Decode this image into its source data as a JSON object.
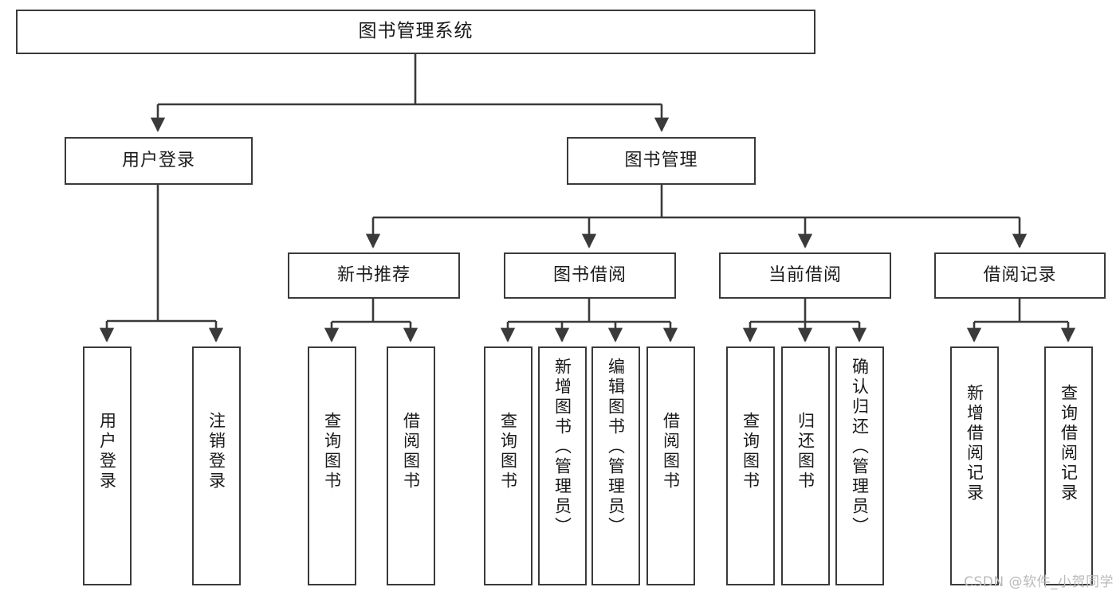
{
  "diagram": {
    "title": "图书管理系统",
    "type": "hierarchy-tree",
    "root": {
      "label": "图书管理系统"
    },
    "level2": [
      {
        "id": "user-login",
        "label": "用户登录"
      },
      {
        "id": "book-manage",
        "label": "图书管理"
      }
    ],
    "level3": [
      {
        "id": "new-book-recommend",
        "label": "新书推荐"
      },
      {
        "id": "book-borrow",
        "label": "图书借阅"
      },
      {
        "id": "current-borrow",
        "label": "当前借阅"
      },
      {
        "id": "borrow-record",
        "label": "借阅记录"
      }
    ],
    "leaves": [
      {
        "id": "leaf-user-login",
        "label": "用户登录",
        "parent": "user-login"
      },
      {
        "id": "leaf-logout-login",
        "label": "注销登录",
        "parent": "user-login"
      },
      {
        "id": "leaf-query-book-1",
        "label": "查询图书",
        "parent": "new-book-recommend"
      },
      {
        "id": "leaf-borrow-book-1",
        "label": "借阅图书",
        "parent": "new-book-recommend"
      },
      {
        "id": "leaf-query-book-2",
        "label": "查询图书",
        "parent": "book-borrow"
      },
      {
        "id": "leaf-add-book",
        "label": "新增图书（管理员）",
        "parent": "book-borrow"
      },
      {
        "id": "leaf-edit-book",
        "label": "编辑图书（管理员）",
        "parent": "book-borrow"
      },
      {
        "id": "leaf-borrow-book-2",
        "label": "借阅图书",
        "parent": "book-borrow"
      },
      {
        "id": "leaf-query-book-3",
        "label": "查询图书",
        "parent": "current-borrow"
      },
      {
        "id": "leaf-return-book",
        "label": "归还图书",
        "parent": "current-borrow"
      },
      {
        "id": "leaf-confirm-return",
        "label": "确认归还（管理员）",
        "parent": "current-borrow"
      },
      {
        "id": "leaf-add-record",
        "label": "新增借阅记录",
        "parent": "borrow-record"
      },
      {
        "id": "leaf-query-record",
        "label": "查询借阅记录",
        "parent": "borrow-record"
      }
    ],
    "watermark": "CSDN @软件_小贺同学",
    "colors": {
      "border": "#3a3a3a",
      "background": "#ffffff",
      "text": "#1a1a1a",
      "watermark": "#b9b9b9"
    }
  }
}
